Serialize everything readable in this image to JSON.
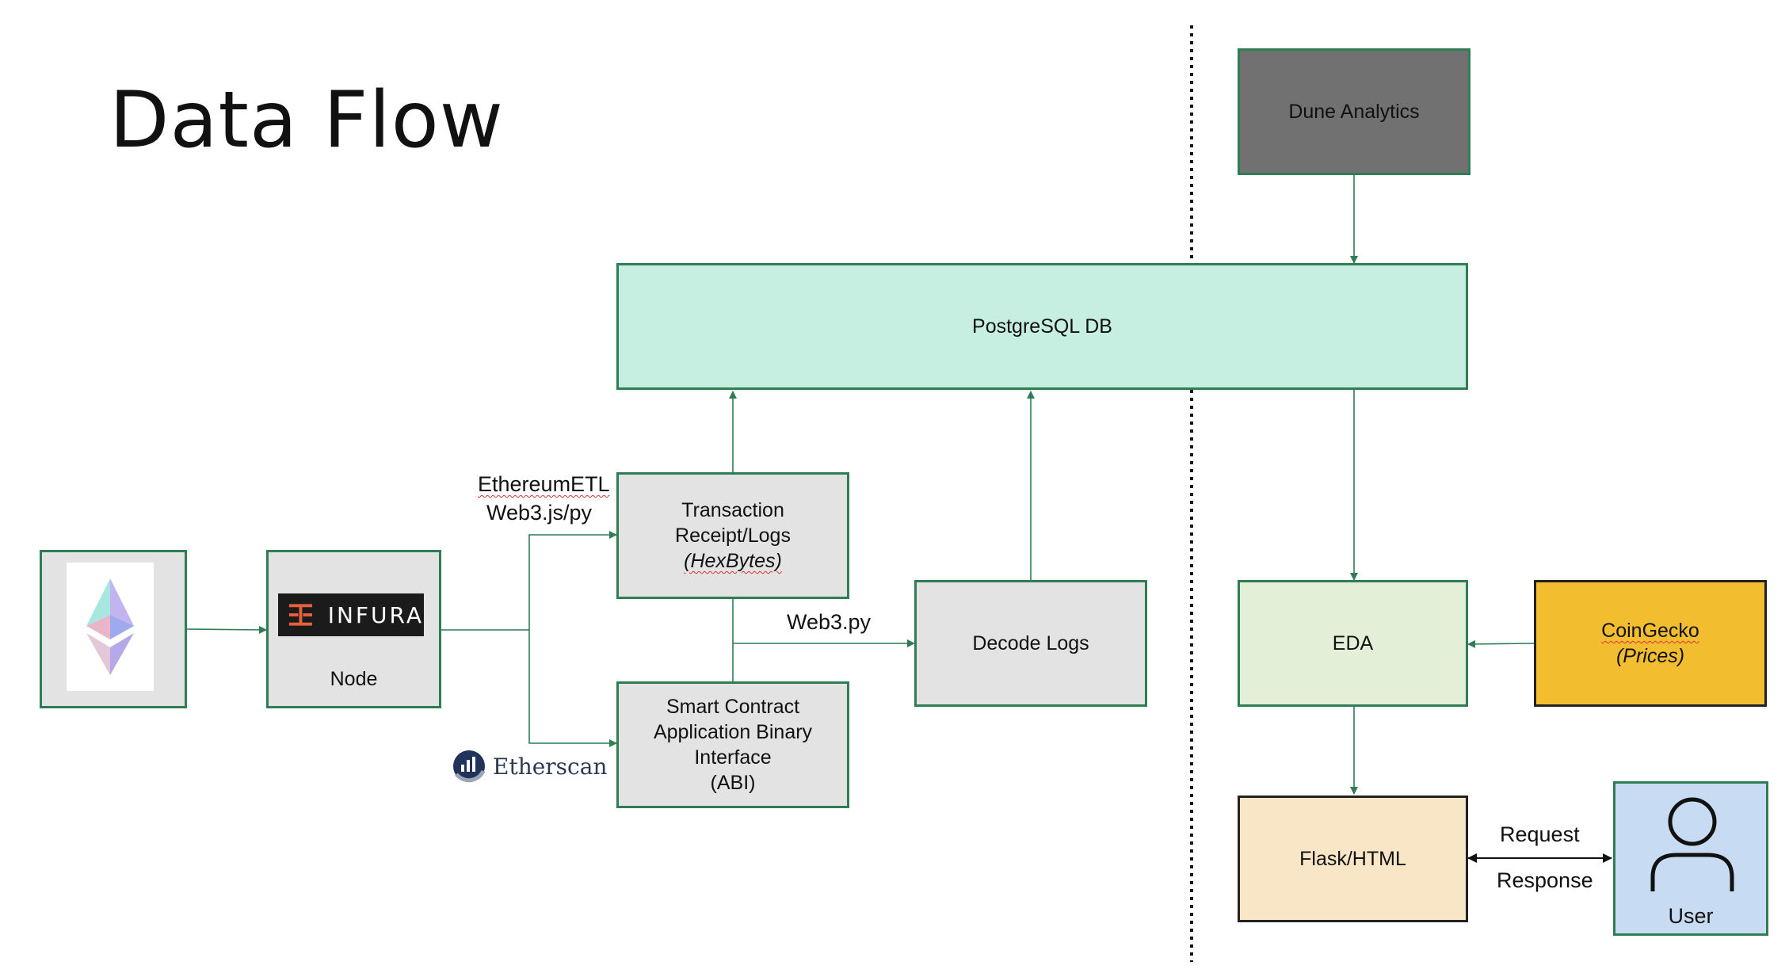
{
  "title": "Data Flow",
  "nodes": {
    "ethereum": "Ethereum",
    "infura_logo": "INFURA",
    "node": "Node",
    "tx_receipt": {
      "line1": "Transaction",
      "line2": "Receipt/Logs",
      "line3": "(HexBytes)"
    },
    "abi": {
      "line1": "Smart Contract",
      "line2": "Application Binary",
      "line3": "Interface",
      "line4": "(ABI)"
    },
    "decode_logs": "Decode Logs",
    "postgres": "PostgreSQL DB",
    "dune": "Dune Analytics",
    "eda": "EDA",
    "coingecko": {
      "line1": "CoinGecko",
      "line2": "(Prices)"
    },
    "flask": "Flask/HTML",
    "user": "User"
  },
  "edge_labels": {
    "ethereum_etl": "EthereumETL",
    "web3_js_py": "Web3.js/py",
    "web3_py": "Web3.py",
    "etherscan": "Etherscan",
    "request": "Request",
    "response": "Response"
  },
  "colors": {
    "border": "#2f7d55",
    "arrow": "#2f7d55",
    "gray_box": "#e3e3e3",
    "postgres": "#c6efe2",
    "dune": "#717171",
    "eda": "#e3f0d7",
    "coingecko": "#f2bd2f",
    "flask": "#f8e6c6",
    "user": "#c7dcf2"
  }
}
